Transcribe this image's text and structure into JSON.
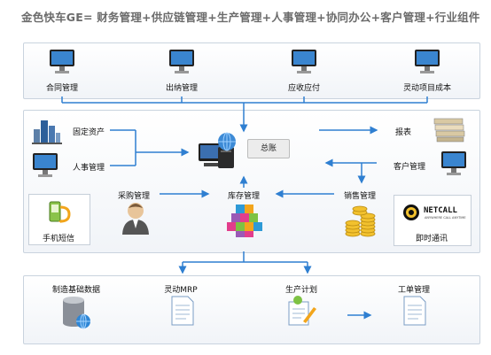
{
  "title": "金色快车GE= 财务管理+供应链管理+生产管理+人事管理+协同办公+客户管理+行业组件",
  "top_row": [
    "合同管理",
    "出纳管理",
    "应收应付",
    "灵动项目成本"
  ],
  "middle": {
    "fixed_assets": "固定资产",
    "hr": "人事管理",
    "purchase": "采购管理",
    "inventory": "库存管理",
    "ledger": "总账",
    "reports": "报表",
    "customer": "客户管理",
    "sales": "销售管理",
    "sms": "手机短信",
    "im": "即时通讯",
    "netcall_logo": "NETCALL",
    "netcall_tagline": "ANYWHERE CALL ANYTIME"
  },
  "bottom_row": [
    "制造基础数据",
    "灵动MRP",
    "生产计划",
    "工单管理"
  ],
  "colors": {
    "connector": "#2f7fd1",
    "panel_border": "#c9d3de",
    "title": "#6b6b6b"
  }
}
